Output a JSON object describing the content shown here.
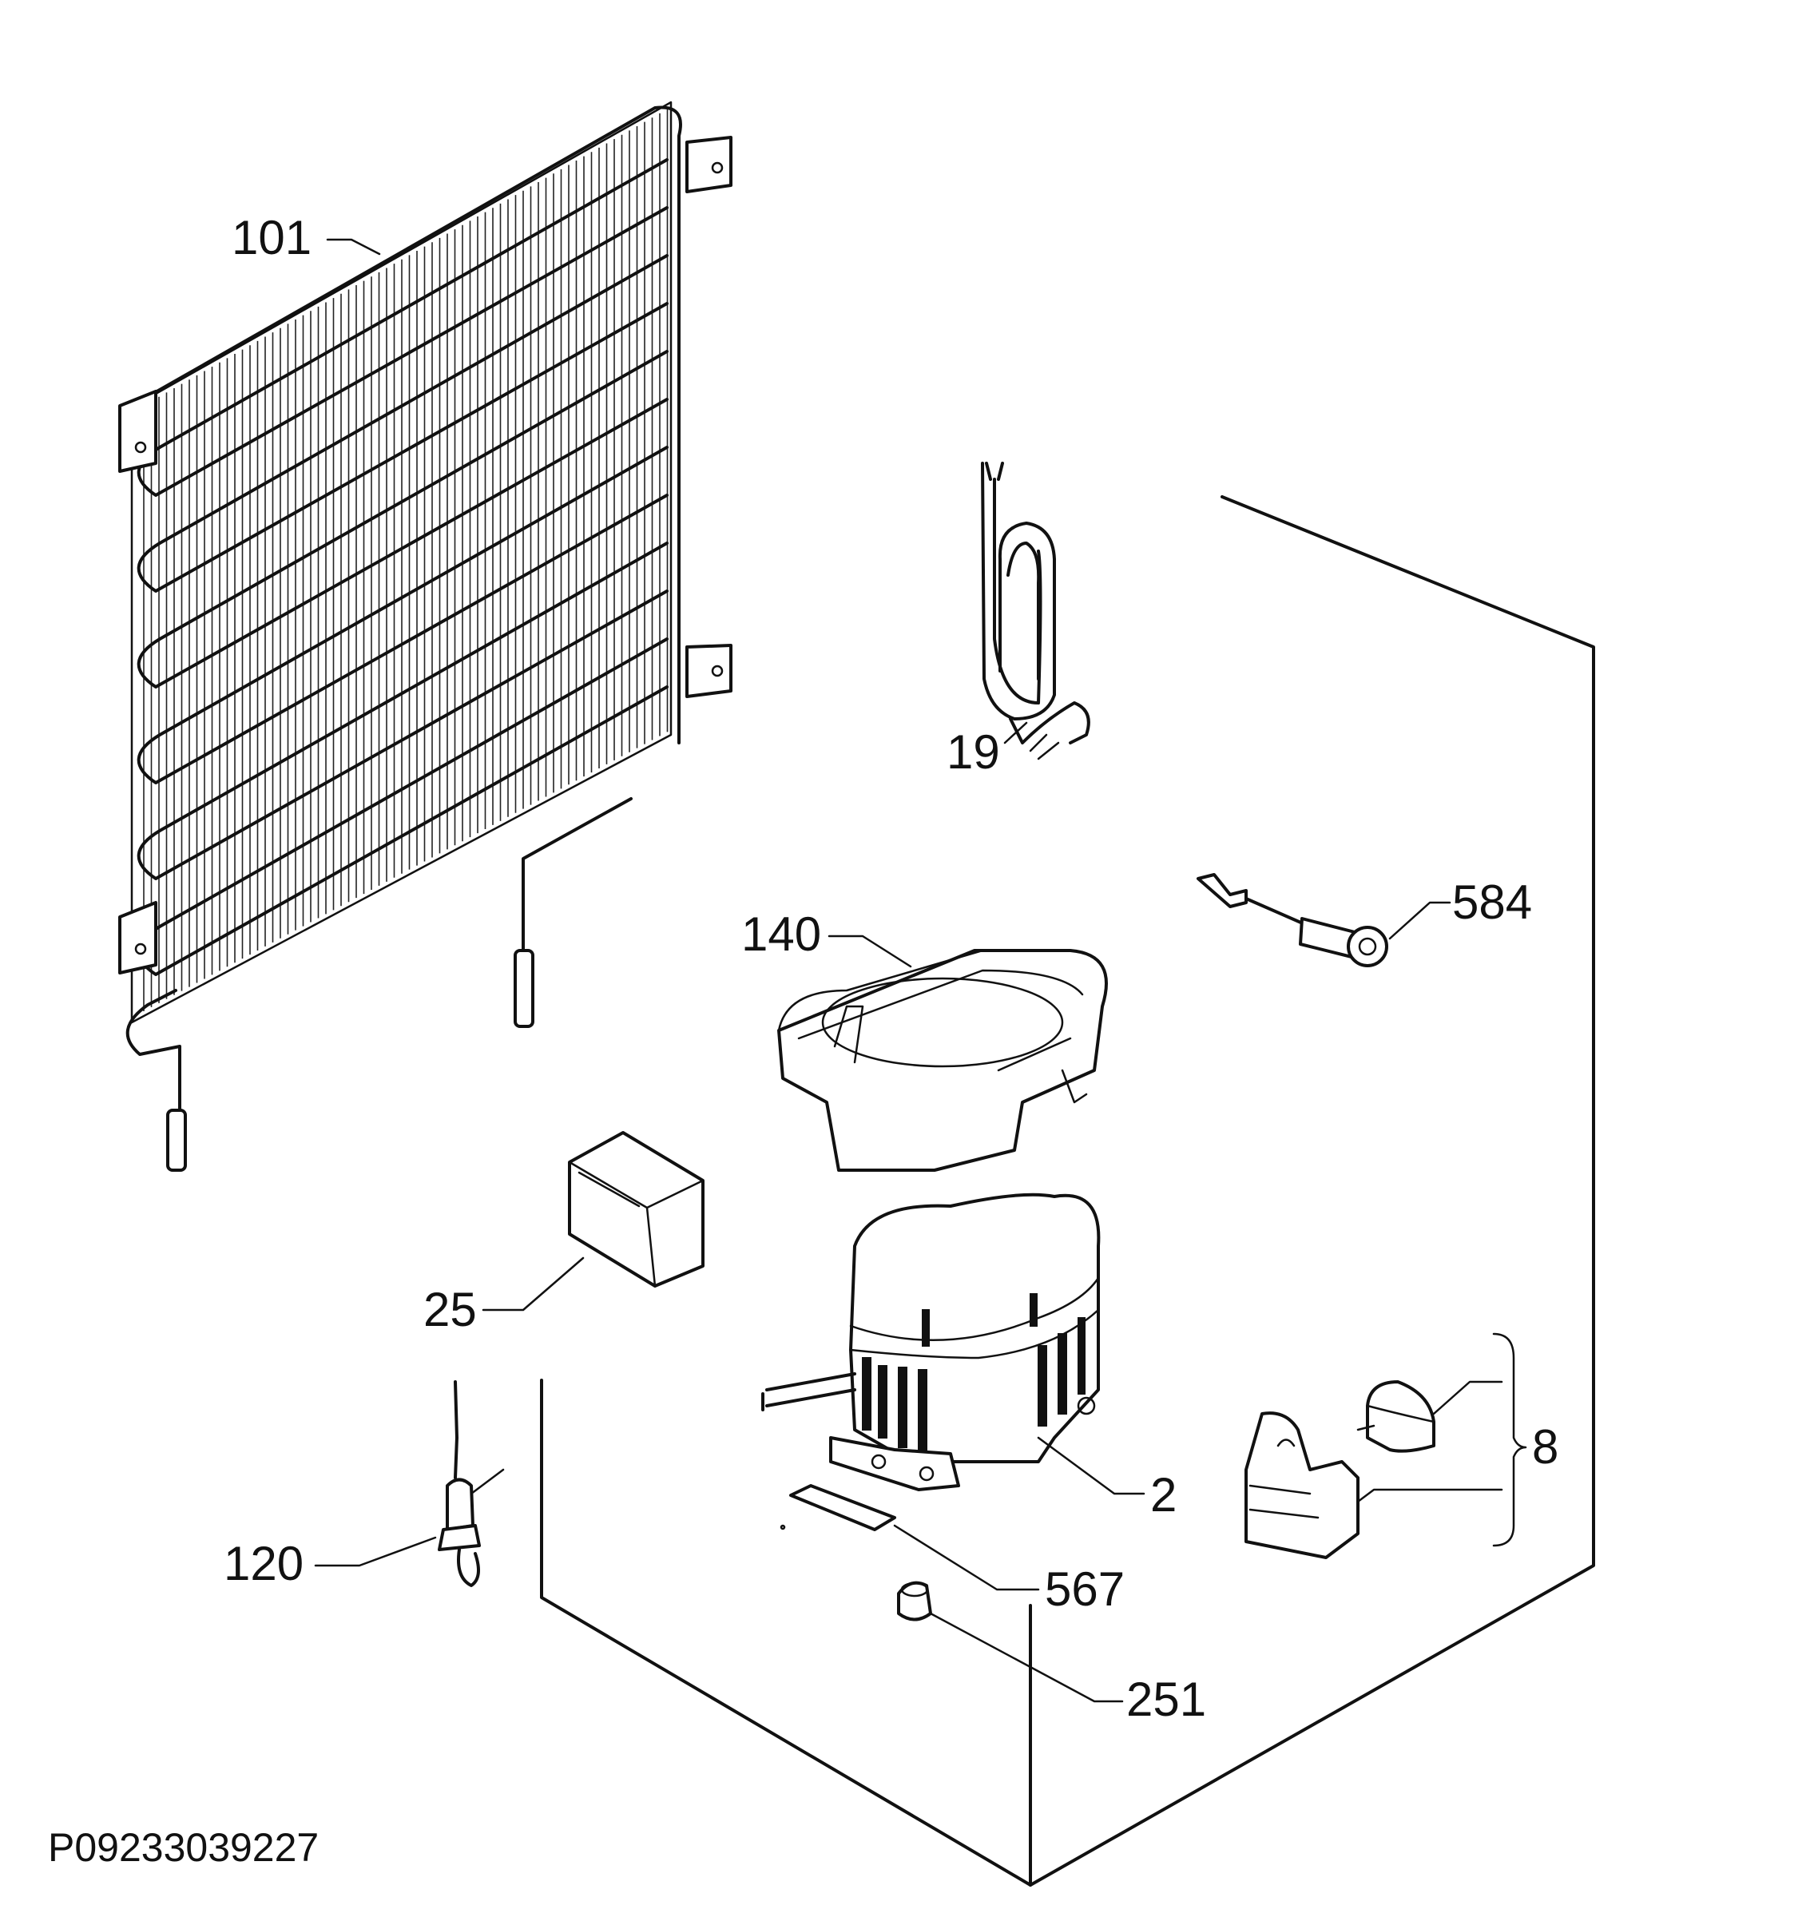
{
  "diagram": {
    "code": "P09233039227",
    "parts": [
      {
        "id": "101",
        "label": "101",
        "desc_icon": "condenser-icon"
      },
      {
        "id": "19",
        "label": "19",
        "desc_icon": "capillary-tube-icon"
      },
      {
        "id": "584",
        "label": "584",
        "desc_icon": "sensor-icon"
      },
      {
        "id": "140",
        "label": "140",
        "desc_icon": "drip-tray-icon"
      },
      {
        "id": "25",
        "label": "25",
        "desc_icon": "relay-box-icon"
      },
      {
        "id": "2",
        "label": "2",
        "desc_icon": "compressor-icon"
      },
      {
        "id": "8",
        "label": "8",
        "desc_icon": "starter-relay-icon"
      },
      {
        "id": "120",
        "label": "120",
        "desc_icon": "filter-drier-icon"
      },
      {
        "id": "567",
        "label": "567",
        "desc_icon": "mounting-plate-icon"
      },
      {
        "id": "251",
        "label": "251",
        "desc_icon": "grommet-icon"
      }
    ]
  }
}
